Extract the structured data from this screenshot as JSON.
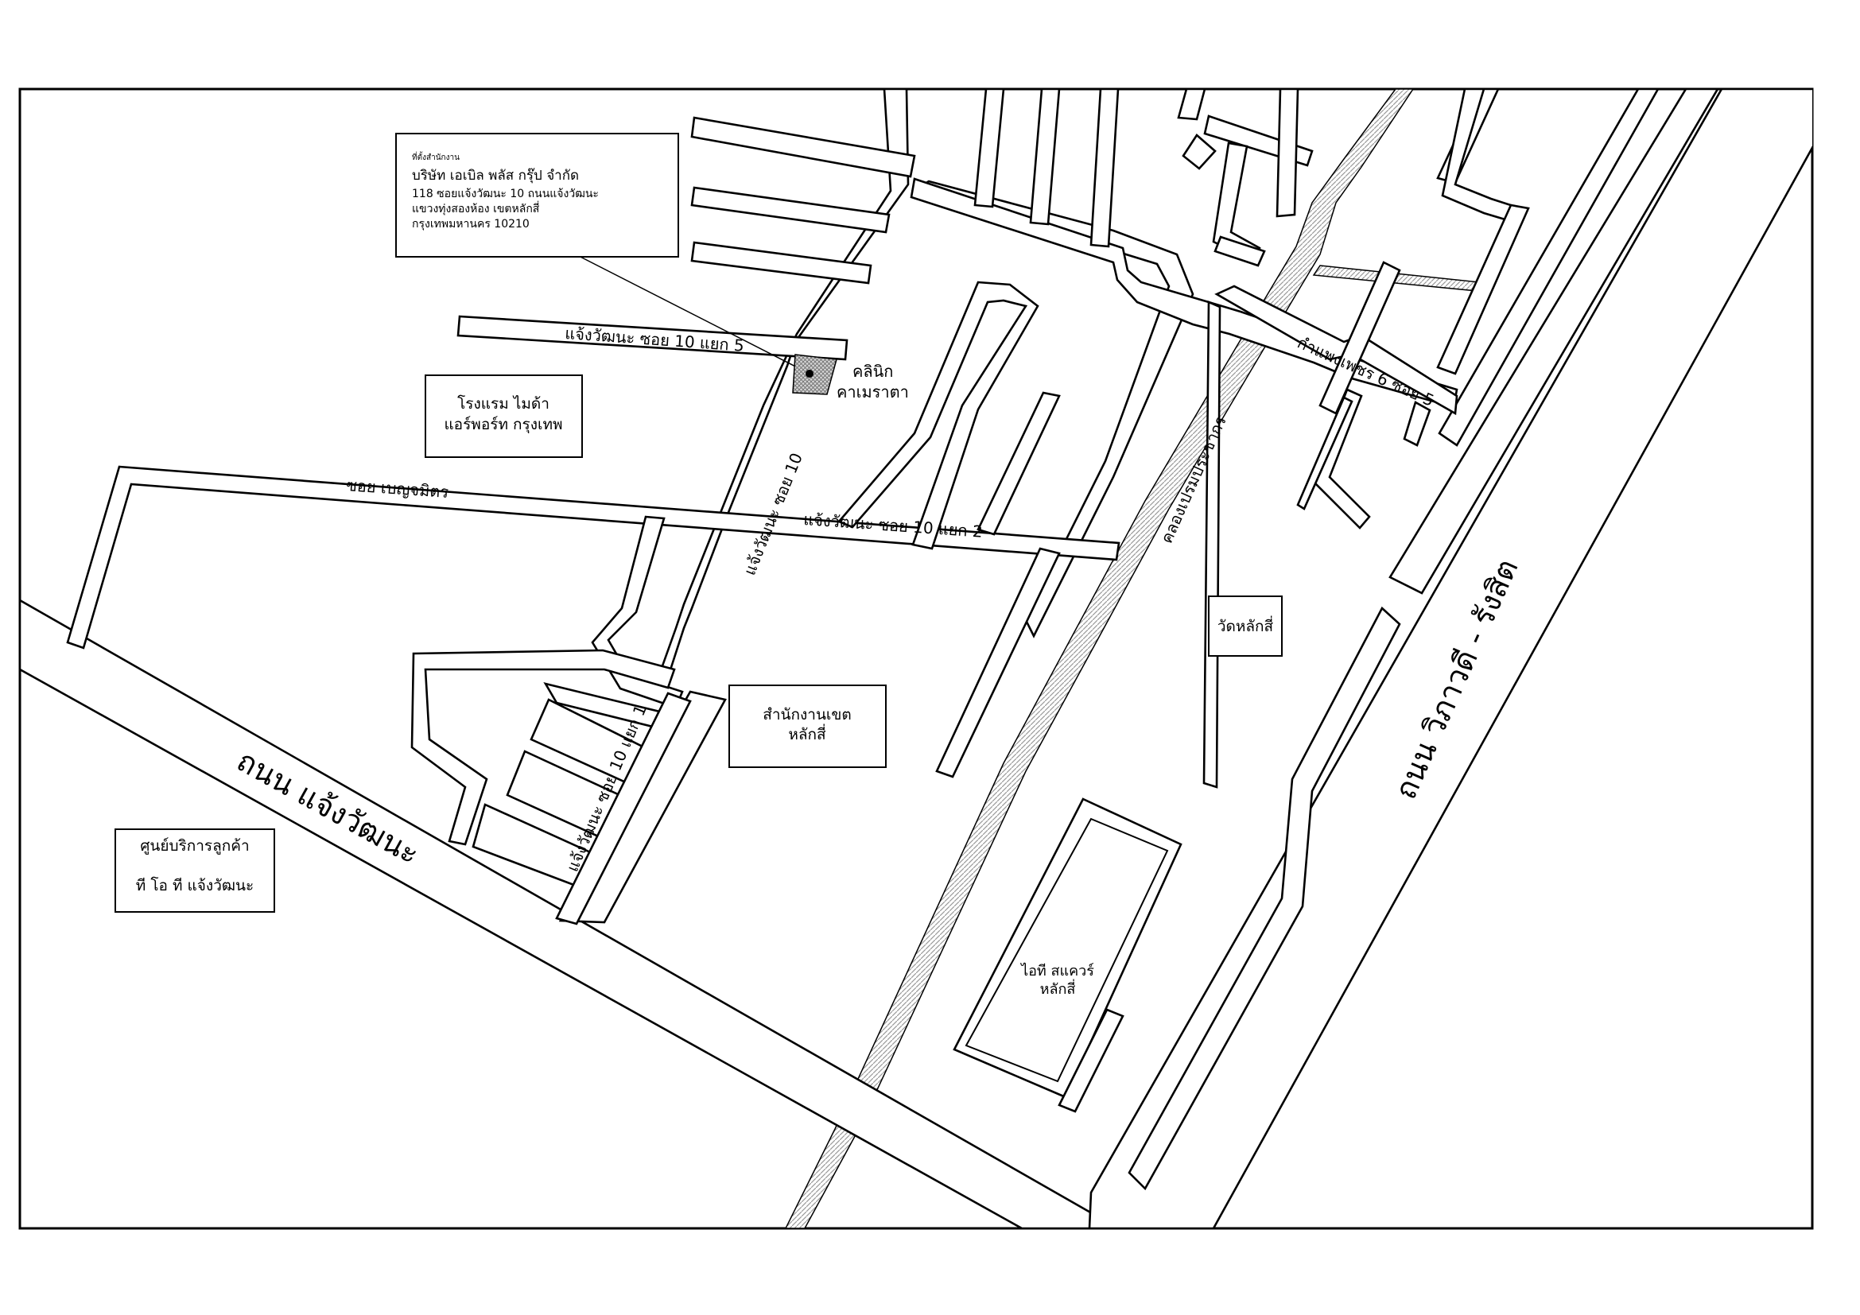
{
  "map": {
    "office_note": {
      "heading": "ที่ตั้งสำนักงาน",
      "company": "บริษัท  เอเบิล  พลัส  กรุ๊ป จำกัด",
      "address_line1": "118 ซอยแจ้งวัฒนะ 10 ถนนแจ้งวัฒนะ",
      "address_line2": "แขวงทุ่งสองห้อง  เขตหลักสี่",
      "address_line3": "กรุงเทพมหานคร 10210"
    },
    "roads": {
      "chaengwattana_rd": "ถนน แจ้งวัฒนะ",
      "vibhavadi_rangsit_rd": "ถนน วิภาวดี - รังสิต",
      "soi_10": "แจ้งวัฒนะ ซอย 10",
      "soi_10_yaek_5": "แจ้งวัฒนะ ซอย 10 แยก 5",
      "soi_10_yaek_2": "แจ้งวัฒนะ ซอย 10 แยก 2",
      "soi_10_yaek_1": "แจ้งวัฒนะ ซอย 10 แยก 1",
      "soi_benjamit": "ซอย เบญจมิตร",
      "kamphaeng_phet_6_soi_5": "กำแพงเพชร 6 ซอย 5",
      "canal": "คลองเปรมประชากร"
    },
    "places": {
      "clinic_line1": "คลินิก",
      "clinic_line2": "คาเมราตา",
      "hotel_line1": "โรงแรม ไมด้า",
      "hotel_line2": "แอร์พอร์ท กรุงเทพ",
      "district_office_line1": "สำนักงานเขต",
      "district_office_line2": "หลักสี่",
      "wat": "วัดหลักสี่",
      "it_square_line1": "ไอที สแควร์",
      "it_square_line2": "หลักสี่",
      "tot_line1": "ศูนย์บริการลูกค้า",
      "tot_line2": "ที โอ ที แจ้งวัฒนะ"
    },
    "colors": {
      "line": "#000000",
      "background": "#ffffff",
      "canal_hatch": "#9a9a9a",
      "location_fill": "#c8c8c8"
    }
  }
}
